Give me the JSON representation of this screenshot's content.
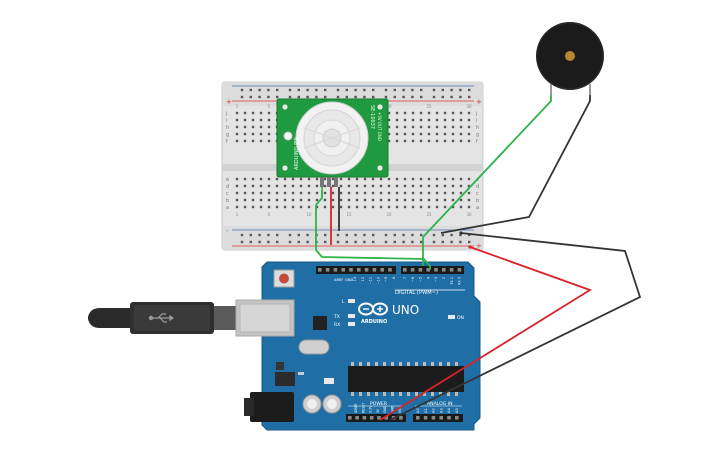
{
  "pir_sensor": {
    "left_label": "ARDUINO PIR",
    "right_label": "SE-10037",
    "pin_labels": "+5V  OUT  GND"
  },
  "arduino": {
    "logo_text": "ARDUINO",
    "model": "UNO",
    "digital_header": "DIGITAL (PWM~)",
    "power_header": "POWER",
    "analog_header": "ANALOG IN",
    "on_label": "ON",
    "tx_label": "TX",
    "rx_label": "RX",
    "l_label": "L",
    "aref_label": "AREF",
    "gnd_label": "GND",
    "digital_pins": [
      "13",
      "12",
      "~11",
      "~10",
      "~9",
      "8",
      "7",
      "~6",
      "~5",
      "4",
      "~3",
      "2",
      "TX 1",
      "RX 0"
    ],
    "power_pins": [
      "IOREF",
      "RESET",
      "3.3V",
      "5V",
      "GND",
      "GND",
      "VIN"
    ],
    "analog_pins": [
      "A0",
      "A1",
      "A2",
      "A3",
      "A4",
      "A5"
    ]
  },
  "breadboard": {
    "row_letters_top": [
      "j",
      "i",
      "h",
      "g",
      "f"
    ],
    "row_letters_bottom": [
      "e",
      "d",
      "c",
      "b",
      "a"
    ],
    "column_numbers": [
      "1",
      "5",
      "10",
      "15",
      "20",
      "25",
      "30"
    ]
  },
  "wires": {
    "signal_color": "#2fb34a",
    "power_color": "#d9232a",
    "ground_color": "#333333"
  },
  "colors": {
    "board_blue": "#1f6fa6",
    "sensor_green": "#1f9a40",
    "buzzer_black": "#1b1b1b"
  }
}
